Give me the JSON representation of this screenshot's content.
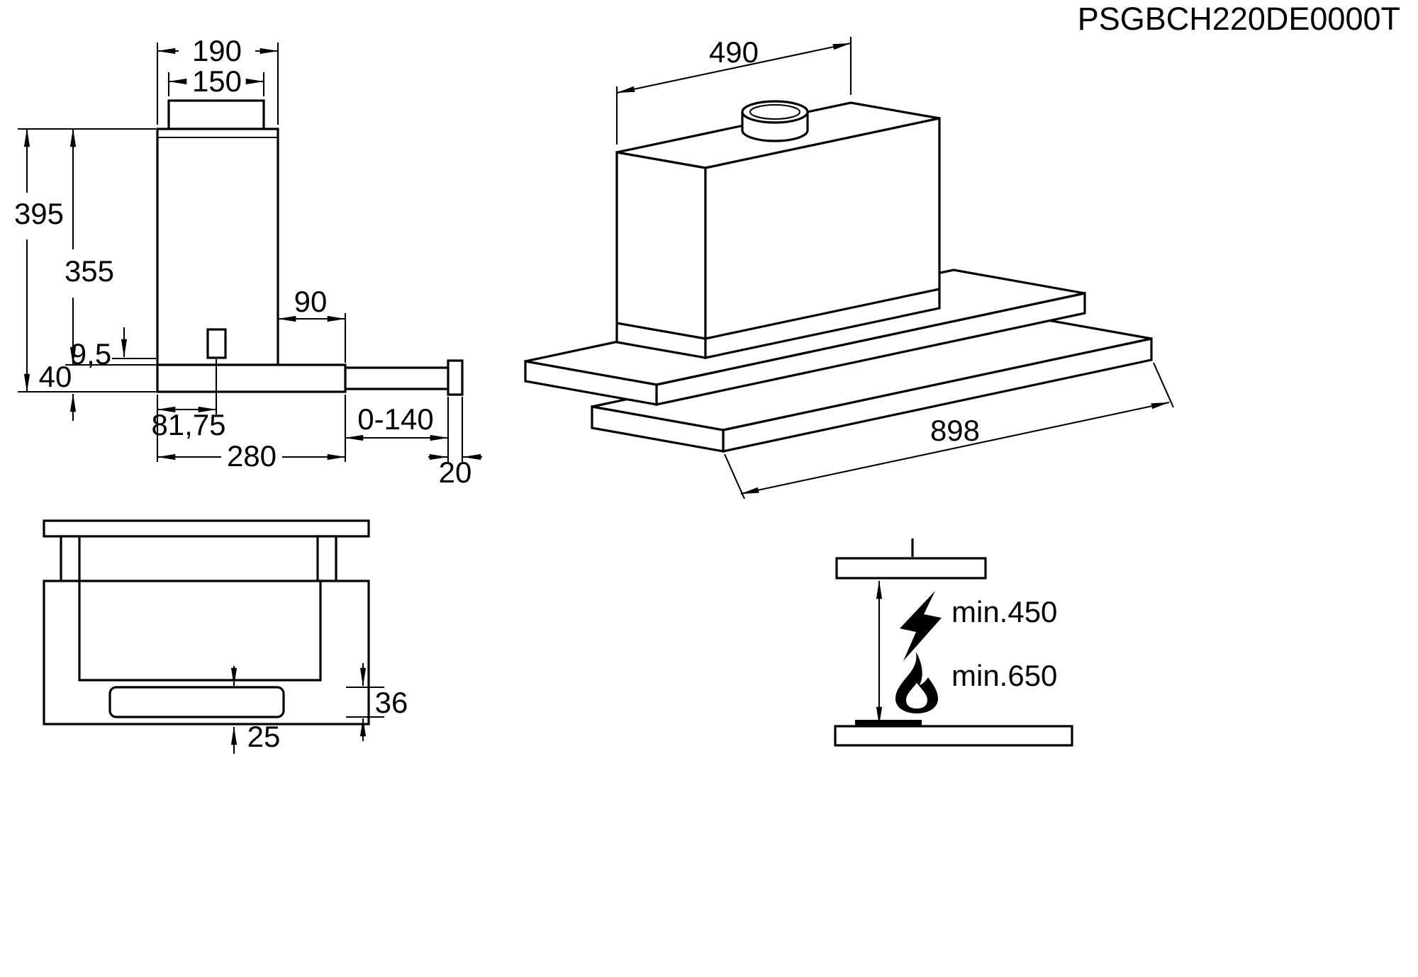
{
  "colors": {
    "line": "#000000",
    "background": "#ffffff"
  },
  "title": "PSGBCH220DE0000T",
  "views": {
    "side": {
      "label": "side-section-view",
      "dims": {
        "duct_outer": "190",
        "duct_inner": "150",
        "total_height": "395",
        "body_height": "355",
        "top_lip": "9,5",
        "base_height": "40",
        "rear_offset": "90",
        "switch_offset": "81,75",
        "base_depth": "280",
        "telescopic_travel": "0-140",
        "handle_depth": "20"
      }
    },
    "perspective": {
      "label": "isometric-view",
      "dims": {
        "casing_width": "490",
        "hood_width": "898"
      }
    },
    "front": {
      "label": "front-view",
      "dims": {
        "visor_height": "36",
        "panel_inset": "25"
      }
    },
    "clearance": {
      "label": "installation-clearance",
      "electric_hob_icon": "lightning-bolt",
      "gas_hob_icon": "flame",
      "electric_min": "min.450",
      "gas_min": "min.650"
    }
  }
}
